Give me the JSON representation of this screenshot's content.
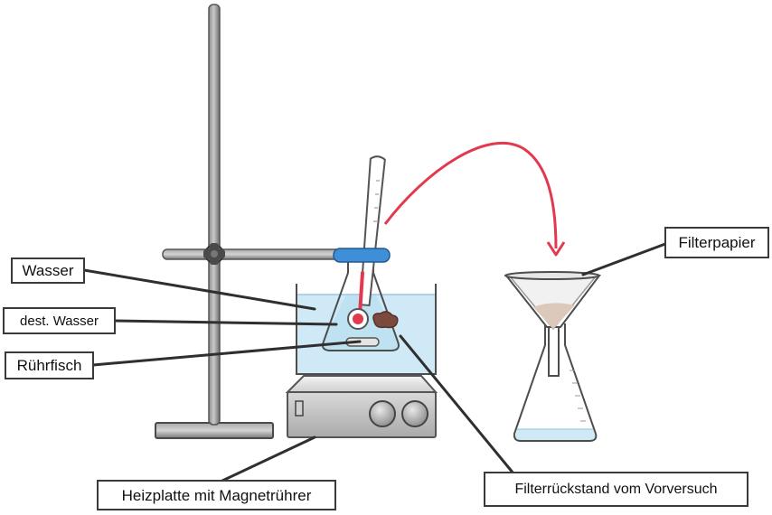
{
  "labels": {
    "wasser": "Wasser",
    "dest_wasser": "dest. Wasser",
    "ruehrfisch": "Rührfisch",
    "heizplatte": "Heizplatte mit Magnetrührer",
    "filterpapier": "Filterpapier",
    "filterrueckstand": "Filterrückstand vom Vorversuch"
  },
  "colors": {
    "arrow": "#e2394f",
    "water": "#cfe9f6",
    "stand": "#6e6e6e",
    "clamp": "#3f8ed8",
    "thermometer_liquid": "#e2394f",
    "residue": "#7a4a3e",
    "leader_line": "#2f2f2f"
  }
}
